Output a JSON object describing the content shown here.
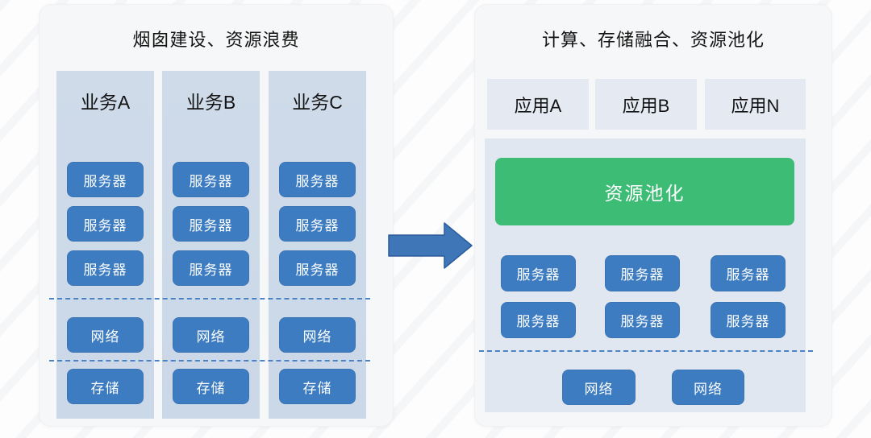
{
  "left_panel": {
    "title": "烟囱建设、资源浪费",
    "columns": [
      {
        "title": "业务A",
        "servers": [
          "服务器",
          "服务器",
          "服务器"
        ],
        "network": "网络",
        "storage": "存储"
      },
      {
        "title": "业务B",
        "servers": [
          "服务器",
          "服务器",
          "服务器"
        ],
        "network": "网络",
        "storage": "存储"
      },
      {
        "title": "业务C",
        "servers": [
          "服务器",
          "服务器",
          "服务器"
        ],
        "network": "网络",
        "storage": "存储"
      }
    ]
  },
  "right_panel": {
    "title": "计算、存储融合、资源池化",
    "apps": [
      "应用A",
      "应用B",
      "应用N"
    ],
    "pool_label": "资源池化",
    "servers": [
      "服务器",
      "服务器",
      "服务器",
      "服务器",
      "服务器",
      "服务器"
    ],
    "networks": [
      "网络",
      "网络"
    ]
  },
  "colors": {
    "block_blue": "#3E7CC1",
    "pool_green": "#3CBC74",
    "silo_background": "#CDD9E8",
    "container_background": "#E1E7F0",
    "app_box_background": "#E5EAF2",
    "panel_background": "#F6F7F8",
    "dashed_line_blue": "#4A84C4",
    "arrow_blue": "#3E76B7",
    "arrow_border": "#2B5C9B"
  }
}
